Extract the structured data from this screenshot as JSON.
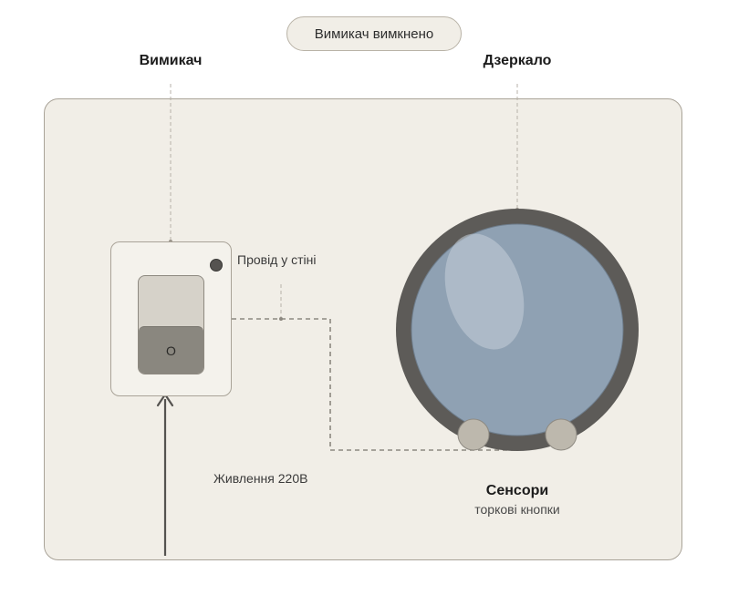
{
  "status": {
    "text": "Вимикач вимкнено"
  },
  "labels": {
    "switch": "Вимикач",
    "mirror": "Дзеркало",
    "wire": "Провід у стіні",
    "power": "Живлення 220В",
    "sensors_title": "Сенсори",
    "sensors_subtitle": "торкові кнопки"
  },
  "switch": {
    "state_symbol": "O"
  },
  "colors": {
    "panel_bg": "#f1eee7",
    "mirror_frame": "#5d5b58",
    "mirror_glass": "#8fa1b3",
    "sensor_button": "#bdb8ad",
    "indicator": "#555350",
    "wire": "#8c8880"
  },
  "icons": {
    "power_arrow": "arrow-up-icon",
    "indicator": "dot-icon"
  }
}
